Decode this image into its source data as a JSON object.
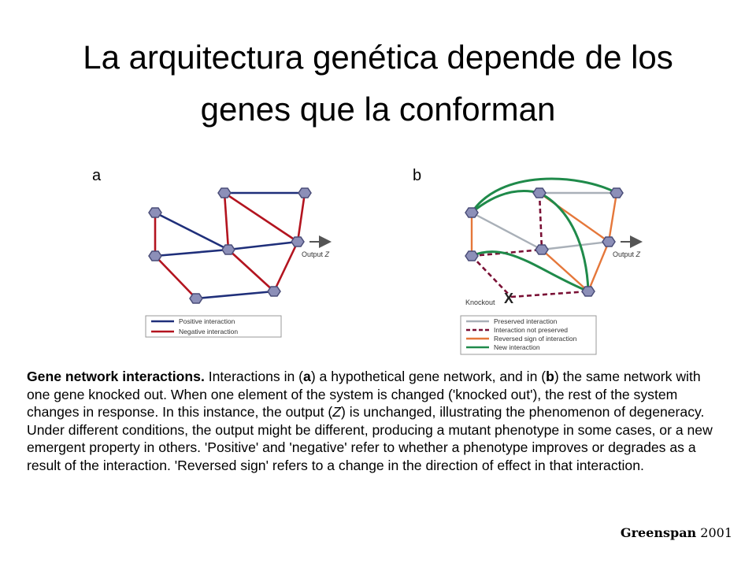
{
  "title_line1": "La arquitectura genética depende de los",
  "title_line2": "genes que la conforman",
  "panel_a": {
    "label": "a",
    "output_label": "Output",
    "output_var": "Z",
    "legend": [
      "Positive interaction",
      "Negative interaction"
    ],
    "colors": {
      "positive": "#1f2f7a",
      "negative": "#b3141f",
      "node": "#8c8fb8"
    }
  },
  "panel_b": {
    "label": "b",
    "output_label": "Output",
    "output_var": "Z",
    "knockout_label": "Knockout",
    "knockout_mark": "X",
    "legend": [
      "Preserved interaction",
      "Interaction not preserved",
      "Reversed sign of interaction",
      "New interaction"
    ],
    "colors": {
      "preserved": "#a9b0b8",
      "not_preserved": "#7a1035",
      "reversed": "#e5773a",
      "new": "#1f8a4a",
      "node": "#8c8fb8"
    }
  },
  "caption": {
    "heading": "Gene network interactions.",
    "body_1": "   Interactions in (",
    "a1": "a",
    "body_2": ") a hypothetical gene network, and in (",
    "b1": "b",
    "body_3": ") the same network with one gene knocked out. When one element of the system is changed ('knocked out'), the rest of the system changes in response. In this instance, the output (",
    "z": "Z",
    "body_4": ") is unchanged, illustrating the phenomenon of degeneracy. Under different conditions, the output might be different, producing a mutant phenotype in some cases, or a new emergent property in others. 'Positive' and 'negative' refer to whether a phenotype improves or degrades as a result of the interaction. 'Reversed sign' refers to a change in the direction of effect in that interaction."
  },
  "credit": {
    "name": "Greenspan",
    "year": " 2001"
  }
}
